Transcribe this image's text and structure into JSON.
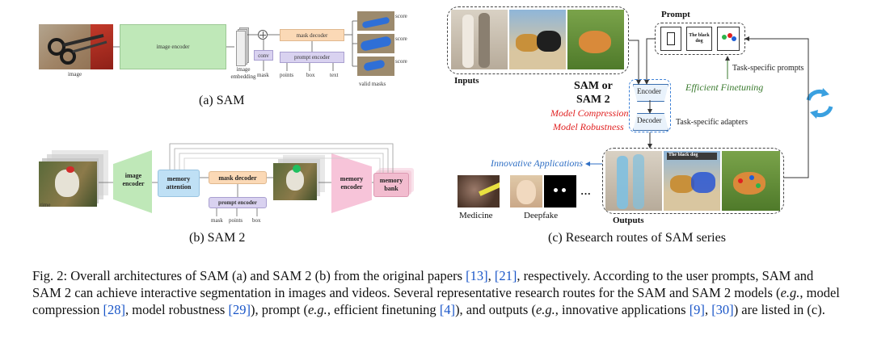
{
  "sam": {
    "input_label": "image",
    "encoder_label": "image encoder",
    "embedding_label": "image embedding",
    "conv_label": "conv",
    "mask_label": "mask",
    "mask_decoder_label": "mask decoder",
    "prompt_encoder_label": "prompt encoder",
    "points_label": "points",
    "box_label": "box",
    "text_label": "text",
    "score_labels": [
      "score",
      "score",
      "score"
    ],
    "valid_masks_label": "valid masks",
    "caption": "(a) SAM"
  },
  "sam2": {
    "time_label": "time",
    "image_encoder_label": "image encoder",
    "memory_attention_label": "memory attention",
    "mask_decoder_label": "mask decoder",
    "prompt_encoder_label": "prompt encoder",
    "mask_label": "mask",
    "points_label": "points",
    "box_label": "box",
    "memory_encoder_label": "memory encoder",
    "memory_bank_label": "memory bank",
    "caption": "(b) SAM 2"
  },
  "routes": {
    "inputs_label": "Inputs",
    "prompt_label": "Prompt",
    "prompt_text_card": "The black dog",
    "task_prompts_label": "Task-specific prompts",
    "efficient_finetuning_label": "Efficient Finetuning",
    "sam_label": "SAM or",
    "sam2_label": "SAM 2",
    "model_compression_label": "Model Compression",
    "model_robustness_label": "Model Robustness",
    "encoder_label": "Encoder",
    "decoder_label": "Decoder",
    "task_adapters_label": "Task-specific adapters",
    "innovative_apps_label": "Innovative Applications",
    "medicine_label": "Medicine",
    "deepfake_label": "Deepfake",
    "ellipsis": "···",
    "output_text_tag": "The black dog",
    "outputs_label": "Outputs",
    "caption": "(c) Research routes of SAM series"
  },
  "figure_caption": {
    "lead": "Fig. 2: Overall architectures of SAM (a) and SAM 2 (b) from the original papers ",
    "ref1": "[13]",
    "sep1": ", ",
    "ref2": "[21]",
    "part2": ", respectively. According to the user prompts, SAM and SAM 2 can achieve interactive segmentation in images and videos. Several representative research routes for the SAM and SAM 2 models (",
    "eg1": "e.g.",
    "part3": ", model compression ",
    "ref3": "[28]",
    "part4": ", model robustness ",
    "ref4": "[29]",
    "part5": "), prompt (",
    "eg2": "e.g.",
    "part6": ", efficient finetuning ",
    "ref5": "[4]",
    "part7": "), and outputs (",
    "eg3": "e.g.",
    "part8": ", innovative applications ",
    "ref6": "[9]",
    "sep2": ", ",
    "ref7": "[30]",
    "part9": ") are listed in (c)."
  },
  "colors": {
    "encoder_green": "#bfe8b8",
    "decoder_orange": "#fbd9b6",
    "prompt_purple": "#d9d2f0",
    "memory_pink": "#f7c4d9",
    "attention_blue": "#bfe0f5",
    "red_text": "#e02020",
    "green_text": "#3a7a2e",
    "blue_text": "#2f6fc4",
    "reference_blue": "#1a56c8"
  }
}
